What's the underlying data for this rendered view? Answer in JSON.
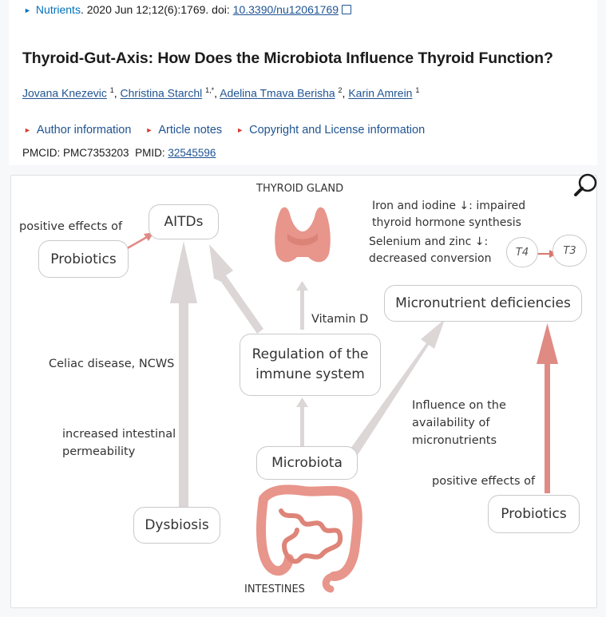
{
  "citation": {
    "journal": "Nutrients",
    "rest": ". 2020 Jun 12;12(6):1769. doi: ",
    "doi": "10.3390/nu12061769"
  },
  "article": {
    "title": "Thyroid-Gut-Axis: How Does the Microbiota Influence Thyroid Function?"
  },
  "authors": [
    {
      "name": "Jovana Knezevic",
      "sup": "1"
    },
    {
      "name": "Christina Starchl",
      "sup": "1,*"
    },
    {
      "name": "Adelina Tmava Berisha",
      "sup": "2"
    },
    {
      "name": "Karin Amrein",
      "sup": "1"
    }
  ],
  "accordions": [
    "Author information",
    "Article notes",
    "Copyright and License information"
  ],
  "ids": {
    "pmcid_label": "PMCID: PMC7353203",
    "pmid_label": "PMID: ",
    "pmid": "32545596"
  },
  "figure": {
    "thyroid_gland": "THYROID GLAND",
    "intestines": "INTESTINES",
    "aitds": "AITDs",
    "positive_effects_left": "positive effects of",
    "probiotics_left": "Probiotics",
    "iron_line1": "Iron and iodine ↓: impaired",
    "iron_line2": "thyroid hormone synthesis",
    "selenium_line1": "Selenium and zinc ↓:",
    "selenium_line2": "decreased conversion",
    "t4": "T4",
    "t3": "T3",
    "micronutrient": "Micronutrient deficiencies",
    "vitamin_d": "Vitamin D",
    "regulation_line1": "Regulation of the",
    "regulation_line2": "immune system",
    "celiac": "Celiac disease, NCWS",
    "influence_line1": "Influence on the",
    "influence_line2": "availability of",
    "influence_line3": "micronutrients",
    "increased_line1": "increased intestinal",
    "increased_line2": "permeability",
    "microbiota": "Microbiota",
    "positive_effects_right": "positive effects of",
    "probiotics_right": "Probiotics",
    "dysbiosis": "Dysbiosis"
  },
  "colors": {
    "link": "#205493",
    "accent_red": "#d83933",
    "arrow_gray": "#dcd6d6",
    "arrow_red": "#e08a84",
    "organ": "#e88e84"
  }
}
